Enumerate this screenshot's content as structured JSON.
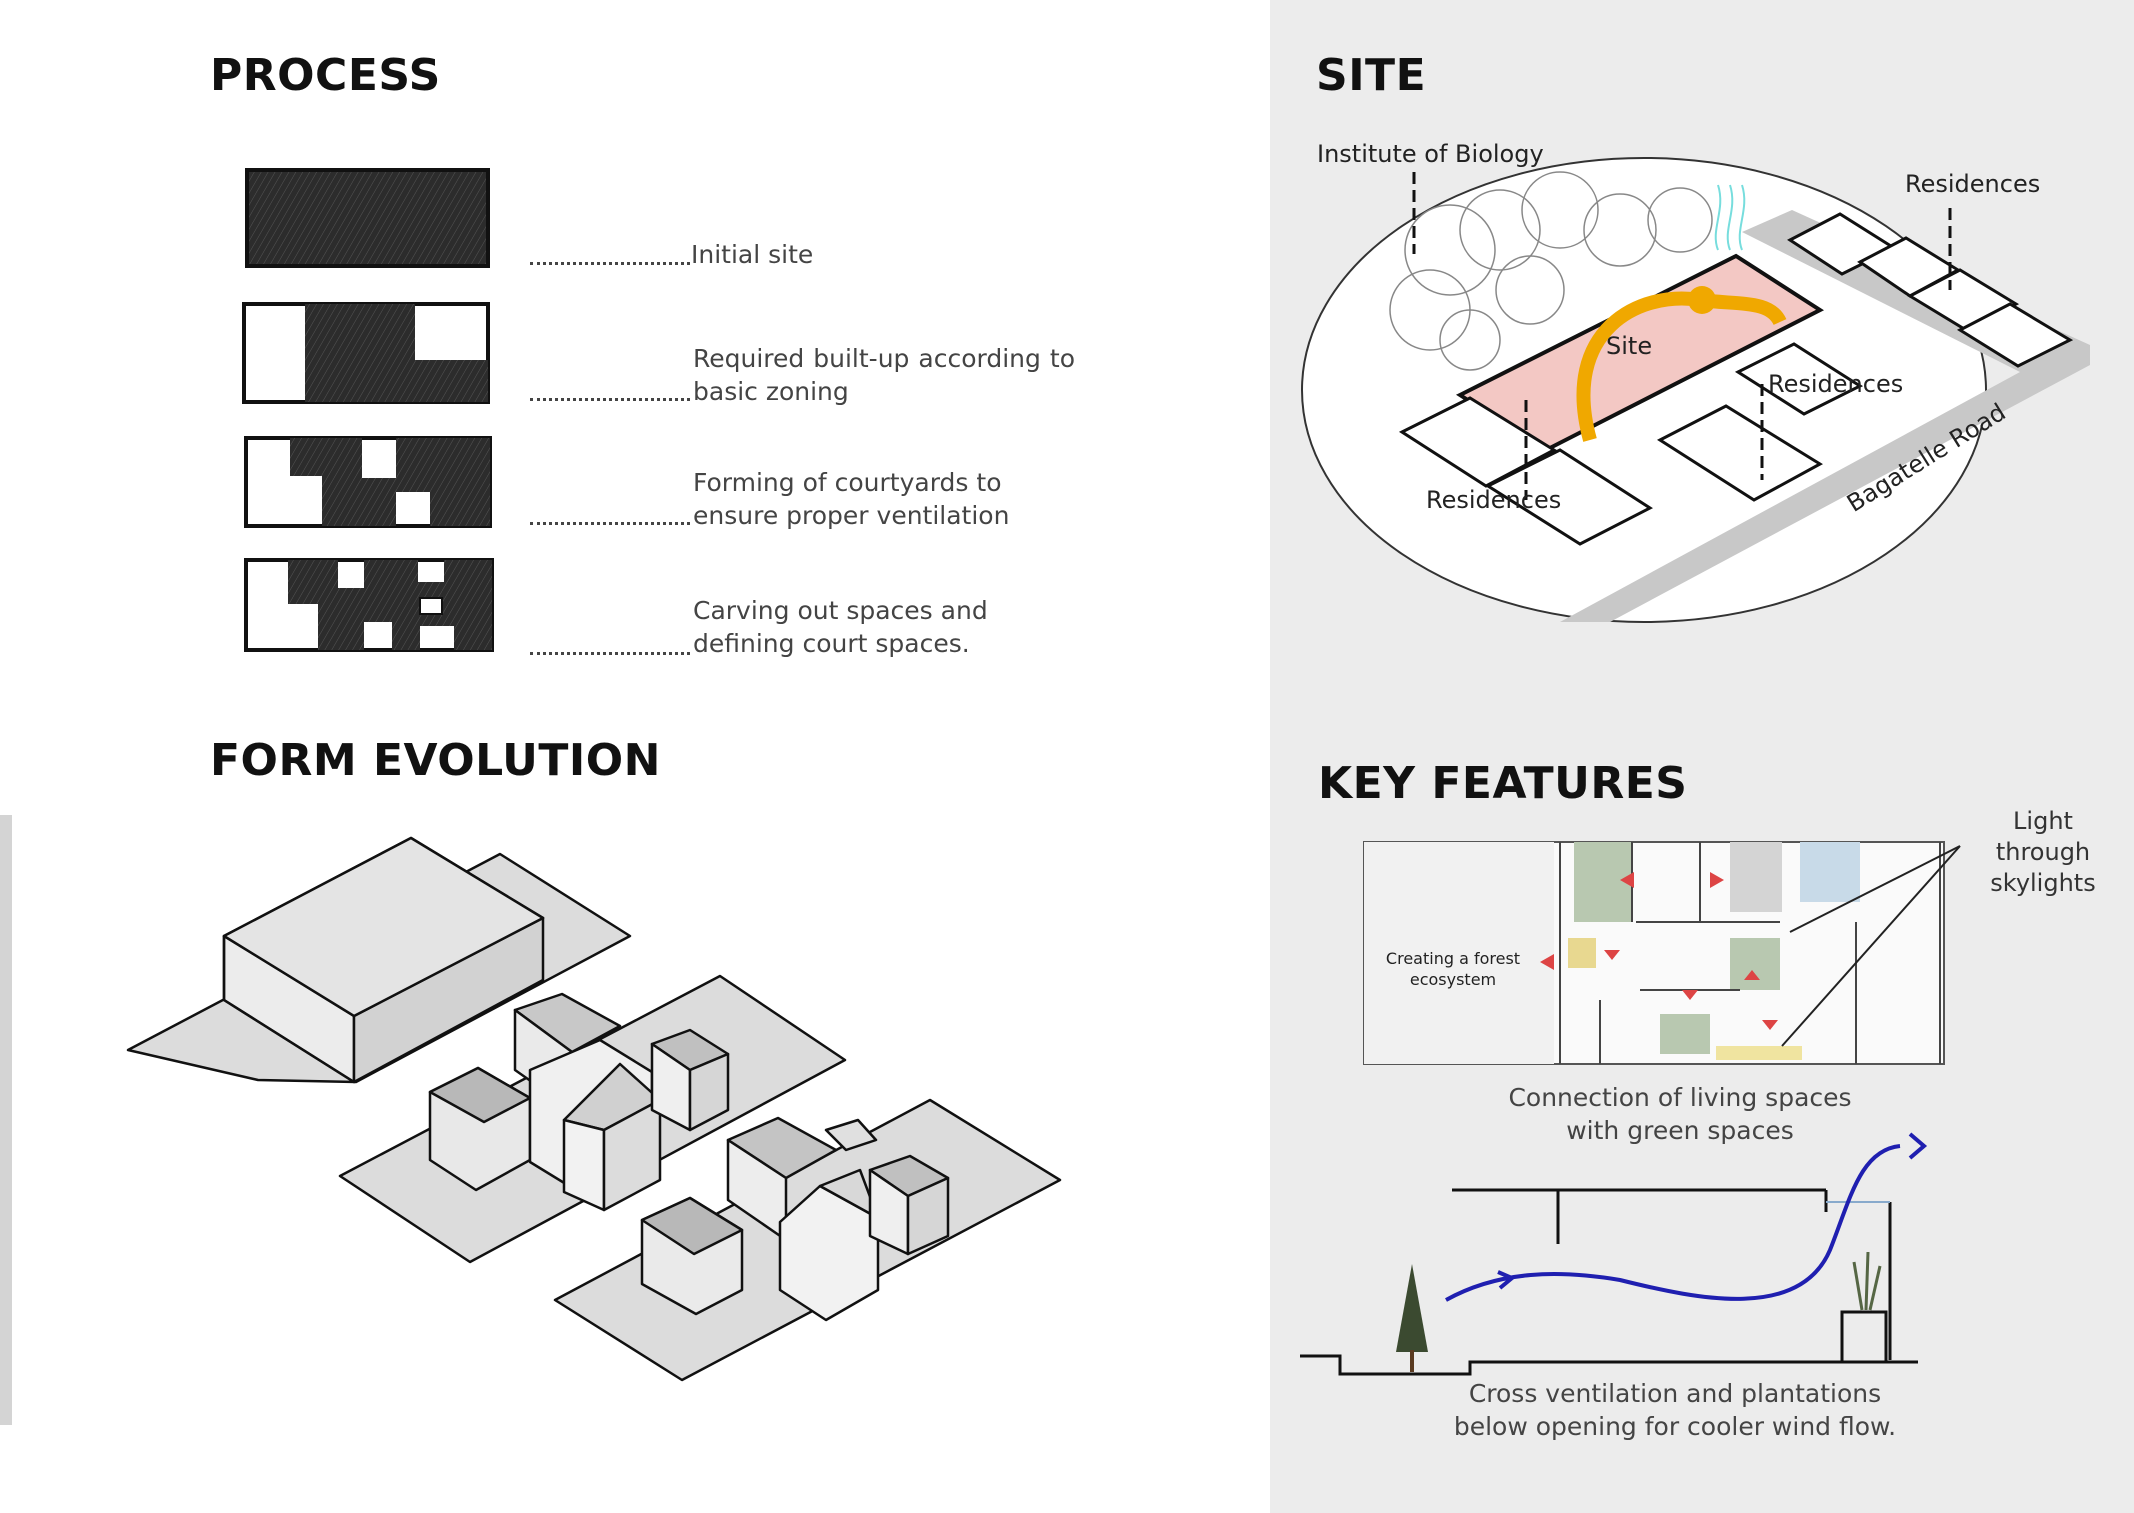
{
  "process": {
    "title": "PROCESS",
    "steps": [
      "Initial site",
      "Required built-up according to basic zoning",
      "Forming of courtyards to ensure proper ventilation",
      "Carving out spaces and defining court spaces."
    ]
  },
  "form_evolution": {
    "title": "FORM EVOLUTION"
  },
  "site": {
    "title": "SITE",
    "labels": {
      "institute": "Institute of Biology",
      "residences_top": "Residences",
      "site": "Site",
      "residences_mid": "Residences",
      "residences_left": "Residences",
      "road": "Bagatelle Road"
    }
  },
  "key_features": {
    "title": "KEY FEATURES",
    "skylight_note": "Light through skylights",
    "forest_note": "Creating a forest ecosystem",
    "plan_caption": "Connection of living spaces with green spaces",
    "section_caption": "Cross ventilation and plantations below opening for cooler wind flow."
  },
  "colors": {
    "right_panel": "#ececec",
    "site_fill": "#f3c8c4",
    "path_orange": "#f0a800",
    "airflow_blue": "#1f1fb0"
  }
}
